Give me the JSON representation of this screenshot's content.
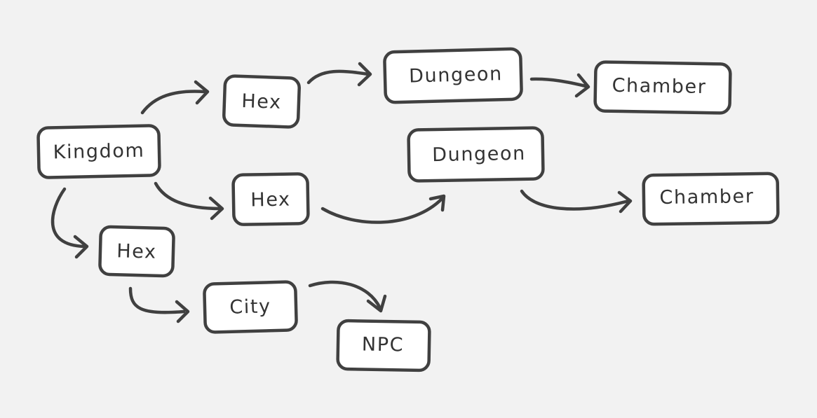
{
  "colors": {
    "background": "#f2f2f2",
    "stroke": "#404040",
    "box_fill": "#ffffff",
    "text": "#333333"
  },
  "nodes": {
    "kingdom": {
      "label": "Kingdom"
    },
    "hex_top": {
      "label": "Hex"
    },
    "hex_mid": {
      "label": "Hex"
    },
    "hex_low": {
      "label": "Hex"
    },
    "dungeon_top": {
      "label": "Dungeon"
    },
    "dungeon_mid": {
      "label": "Dungeon"
    },
    "chamber_top": {
      "label": "Chamber"
    },
    "chamber_mid": {
      "label": "Chamber"
    },
    "city": {
      "label": "City"
    },
    "npc": {
      "label": "NPC"
    }
  },
  "edges": [
    {
      "from": "kingdom",
      "to": "hex_top"
    },
    {
      "from": "kingdom",
      "to": "hex_mid"
    },
    {
      "from": "kingdom",
      "to": "hex_low"
    },
    {
      "from": "hex_top",
      "to": "dungeon_top"
    },
    {
      "from": "dungeon_top",
      "to": "chamber_top"
    },
    {
      "from": "hex_mid",
      "to": "dungeon_mid"
    },
    {
      "from": "dungeon_mid",
      "to": "chamber_mid"
    },
    {
      "from": "hex_low",
      "to": "city"
    },
    {
      "from": "city",
      "to": "npc"
    }
  ]
}
